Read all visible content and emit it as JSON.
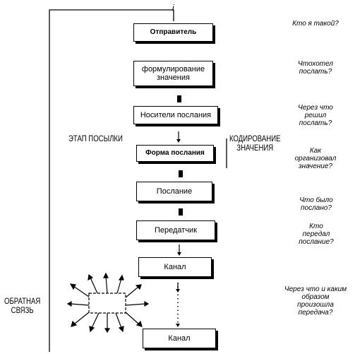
{
  "top_marker": "i",
  "boxes": {
    "sender": "Отправитель",
    "formulating": "формулирование\nзначения",
    "carriers": "Носители послания",
    "form": "Форма послания",
    "message": "Послание",
    "transmitter": "Передатчик",
    "channel1": "Канал",
    "channel2": "Канал"
  },
  "labels": {
    "stage": "ЭТАП ПОСЫЛКИ",
    "coding": "КОДИРОВАНИЕ\nЗНАЧЕНИЯ",
    "feedback": "ОБРАТНАЯ\nСВЯЗЬ"
  },
  "questions": [
    "Кто я такой?",
    "Чтохотел\nпослать?",
    "Через что\nрешил\nпослать?",
    "Как\nорганизовал\nзначение?",
    "Что было\nпослано?",
    "Кто\nпередал\nпослание?",
    "Через что и каким\nобразом\nпроизошла\nпередача?"
  ]
}
